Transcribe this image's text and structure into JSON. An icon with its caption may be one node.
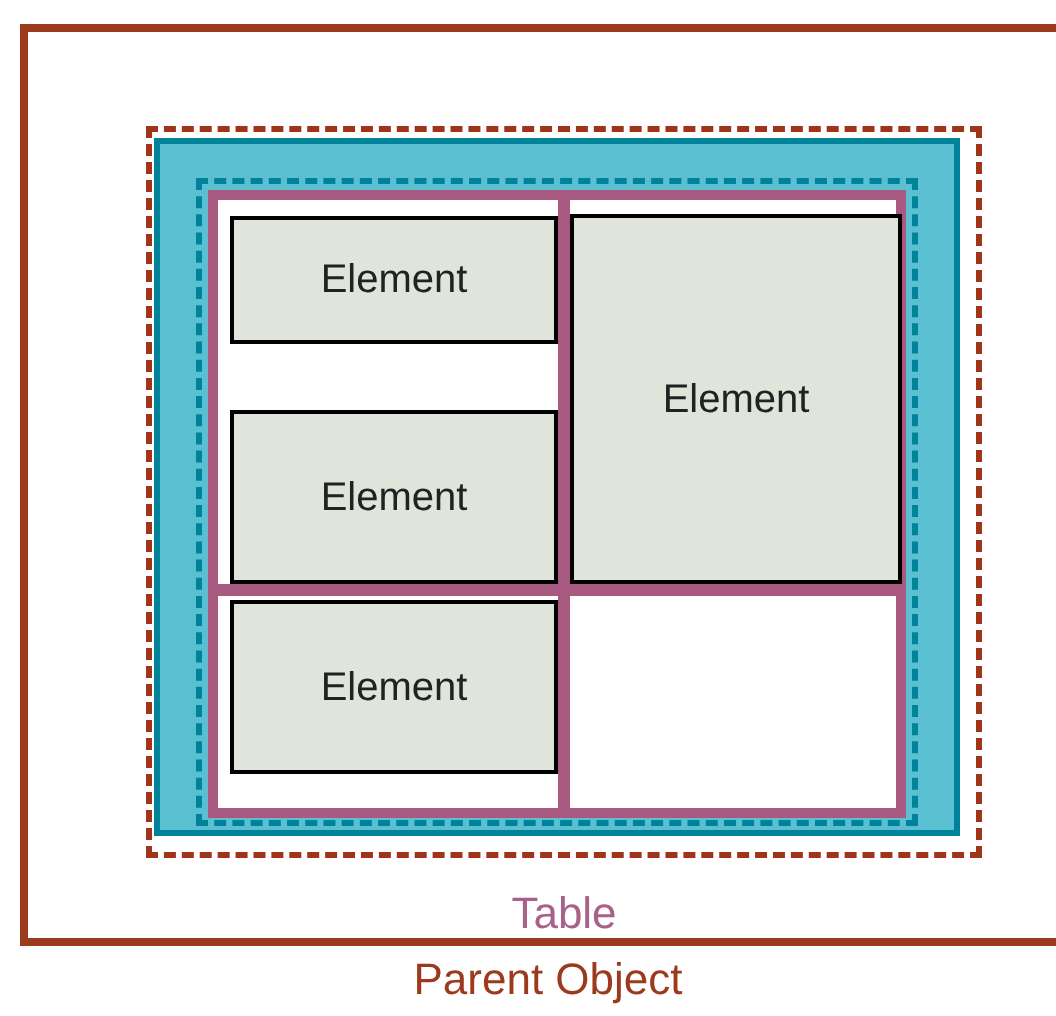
{
  "diagram": {
    "nodes": [
      {
        "text": [
          "Parent Object"
        ]
      },
      {
        "text": [
          "Table"
        ],
        "in": 0
      },
      {
        "text": [
          "Element"
        ],
        "in": 1
      },
      {
        "text": [
          "Element"
        ],
        "in": 1
      },
      {
        "text": [
          "Element"
        ],
        "in": 1
      },
      {
        "text": [
          "Element"
        ],
        "in": 1
      }
    ]
  }
}
